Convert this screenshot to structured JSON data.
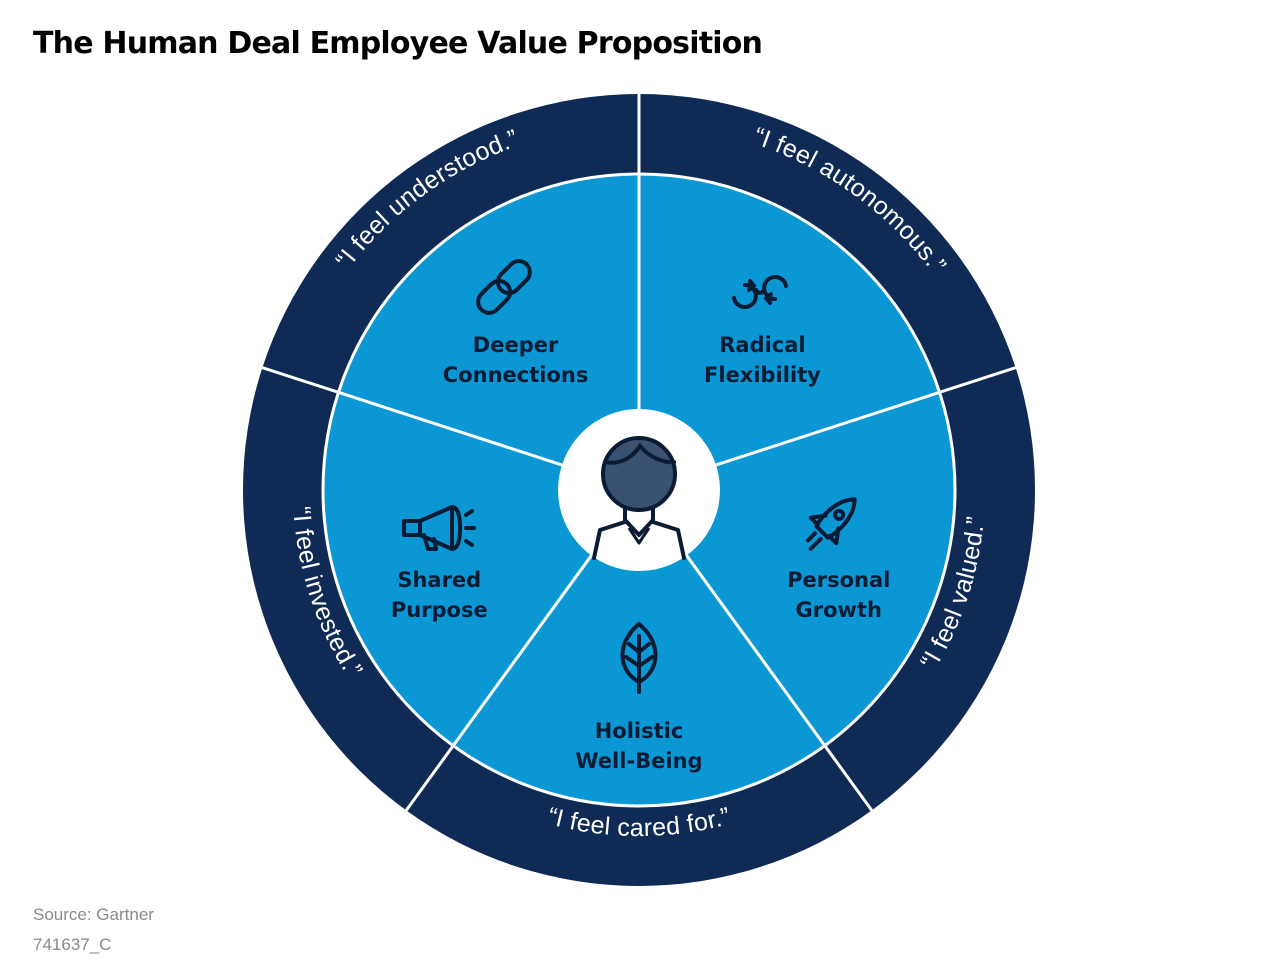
{
  "title": "The Human Deal Employee Value Proposition",
  "footer": {
    "source": "Source: Gartner",
    "code": "741637_C"
  },
  "colors": {
    "outer_ring": "#0e2a55",
    "inner_segment": "#0b97d4",
    "divider": "#ffffff",
    "text_dark": "#0a1b33",
    "center_figure": "#3a5271"
  },
  "wheel": {
    "segments": [
      {
        "label_lines": [
          "Deeper",
          "Connections"
        ],
        "icon": "chain-link-icon",
        "quote": "“I feel understood.”"
      },
      {
        "label_lines": [
          "Radical",
          "Flexibility"
        ],
        "icon": "loop-arrows-icon",
        "quote": "“I feel autonomous.”"
      },
      {
        "label_lines": [
          "Personal",
          "Growth"
        ],
        "icon": "rocket-icon",
        "quote": "“I feel valued.”"
      },
      {
        "label_lines": [
          "Holistic",
          "Well-Being"
        ],
        "icon": "leaf-icon",
        "quote": "“I feel cared for.”"
      },
      {
        "label_lines": [
          "Shared",
          "Purpose"
        ],
        "icon": "megaphone-icon",
        "quote": "“I feel invested.”"
      }
    ],
    "center_icon": "person-icon"
  }
}
